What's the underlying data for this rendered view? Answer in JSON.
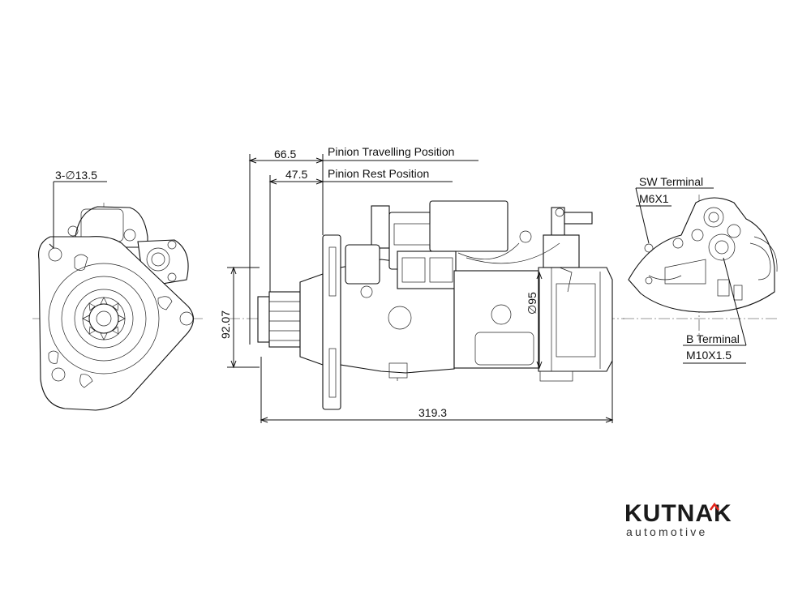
{
  "annotations": {
    "hole_spec": "3-∅13.5",
    "pinion_travel_dim": "66.5",
    "pinion_travel_label": "Pinion Travelling Position",
    "pinion_rest_dim": "47.5",
    "pinion_rest_label": "Pinion Rest Position",
    "height_dim": "92.07",
    "diameter_dim": "∅95",
    "length_dim": "319.3",
    "sw_terminal_title": "SW Terminal",
    "sw_terminal_thread": "M6X1",
    "b_terminal_title": "B Terminal",
    "b_terminal_thread": "M10X1.5"
  },
  "logo": {
    "wordmark": "KUTNAK",
    "tagline": "automotive",
    "accent_color": "#e2231a"
  }
}
